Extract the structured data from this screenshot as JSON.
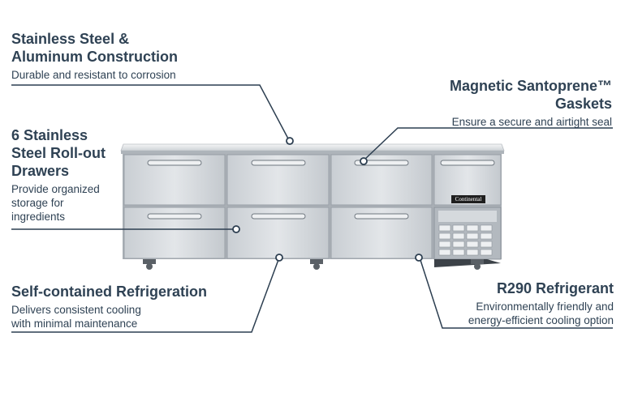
{
  "callouts": {
    "construction": {
      "title_line1": "Stainless Steel &",
      "title_line2": "Aluminum Construction",
      "desc": "Durable and resistant to corrosion"
    },
    "drawers": {
      "title_line1": "6 Stainless",
      "title_line2": "Steel Roll-out",
      "title_line3": "Drawers",
      "desc_line1": "Provide organized",
      "desc_line2": "storage for",
      "desc_line3": "ingredients"
    },
    "gaskets": {
      "title_line1": "Magnetic Santoprene™",
      "title_line2": "Gaskets",
      "desc": "Ensure a secure and airtight seal"
    },
    "refrigeration": {
      "title": "Self-contained Refrigeration",
      "desc_line1": "Delivers consistent cooling",
      "desc_line2": "with minimal maintenance"
    },
    "refrigerant": {
      "title": "R290 Refrigerant",
      "desc_line1": "Environmentally friendly and",
      "desc_line2": "energy-efficient cooling option"
    }
  },
  "product": {
    "brand_badge": "Continental"
  },
  "colors": {
    "text": "#2f4254",
    "leader_line": "#2c3e50",
    "steel_light": "#e4e6e8",
    "steel_dark": "#b7bcc1"
  }
}
